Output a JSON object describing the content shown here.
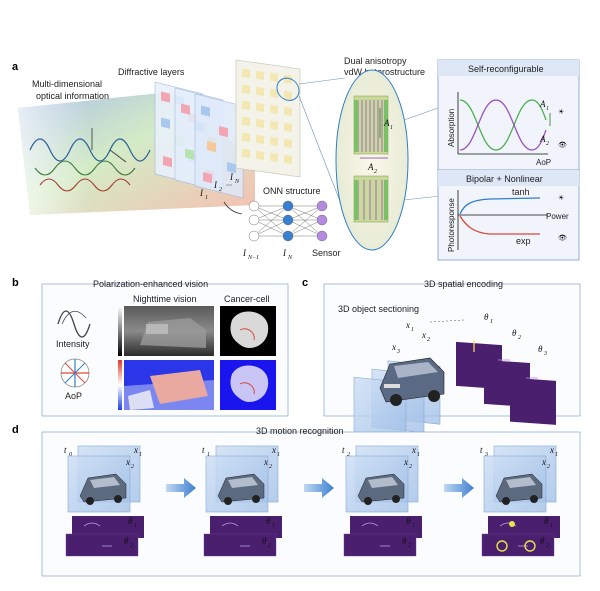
{
  "panel_a": {
    "letter": "a",
    "optical_info_line1": "Multi-dimensional",
    "optical_info_line2": "optical information",
    "diffractive_layers": "Diffractive layers",
    "heterostructure_line1": "Dual anisotropy",
    "heterostructure_line2": "vdW heterostructure",
    "a1": "A",
    "a1_sub": "1",
    "a2": "A",
    "a2_sub": "2",
    "onn_structure": "ONN structure",
    "sensor": "Sensor",
    "i1": "I",
    "i1_sub": "1",
    "i2": "I",
    "i2_sub": "2",
    "in": "I",
    "in_sub": "N",
    "in1": "I",
    "in1_sub": "N−1",
    "inode": "I",
    "inode_sub": "N",
    "self_reconfigurable": "Self-reconfigurable",
    "absorption": "Absorption",
    "aop": "AoP",
    "bipolar": "Bipolar + Nonlinear",
    "photoresponse": "Photoresponse",
    "power": "Power",
    "tanh": "tanh",
    "exp": "exp",
    "colors": {
      "green": "#4caf50",
      "purple": "#9c4fc4",
      "blue": "#2f7fc8",
      "red": "#d9473a"
    }
  },
  "panel_b": {
    "letter": "b",
    "title": "Polarization-enhanced vision",
    "intensity": "Intensity",
    "aop": "AoP",
    "nighttime": "Nighttime vision",
    "cancer": "Cancer-cell"
  },
  "panel_c": {
    "letter": "c",
    "title": "3D spatial encoding",
    "sectioning": "3D object sectioning",
    "x1": "x",
    "x1_sub": "1",
    "x2": "x",
    "x2_sub": "2",
    "x3": "x",
    "x3_sub": "3",
    "th1": "θ",
    "th1_sub": "1",
    "th2": "θ",
    "th2_sub": "2",
    "th3": "θ",
    "th3_sub": "3"
  },
  "panel_d": {
    "letter": "d",
    "title": "3D motion recognition",
    "frames": [
      {
        "t": "t",
        "t_sub": "0"
      },
      {
        "t": "t",
        "t_sub": "1"
      },
      {
        "t": "t",
        "t_sub": "2"
      },
      {
        "t": "t",
        "t_sub": "3"
      }
    ],
    "x1": "x",
    "x1_sub": "1",
    "x2": "x",
    "x2_sub": "2",
    "th1": "θ",
    "th1_sub": "1",
    "th2": "θ",
    "th2_sub": "2"
  }
}
